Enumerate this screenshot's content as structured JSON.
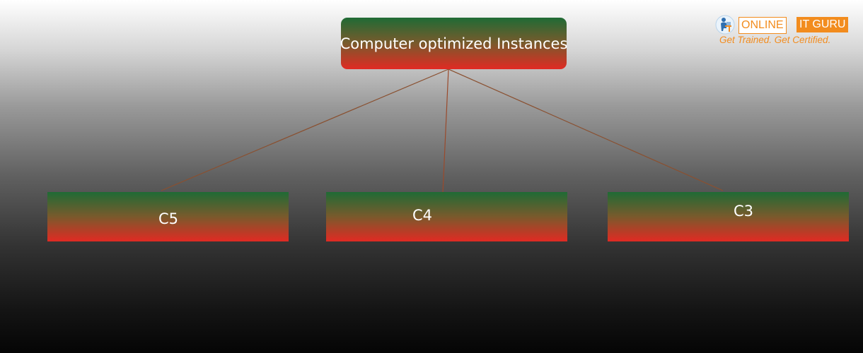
{
  "root": {
    "label": "Computer optimized Instances"
  },
  "children": [
    {
      "label": "C5"
    },
    {
      "label": "C4"
    },
    {
      "label": "C3"
    }
  ],
  "logo": {
    "word1": "ONLINE",
    "word2": "IT GURU",
    "tagline": "Get Trained. Get Certified."
  },
  "colors": {
    "node_top": "#1f6b35",
    "node_bottom": "#e12a23",
    "brand_orange": "#f28c1e"
  }
}
